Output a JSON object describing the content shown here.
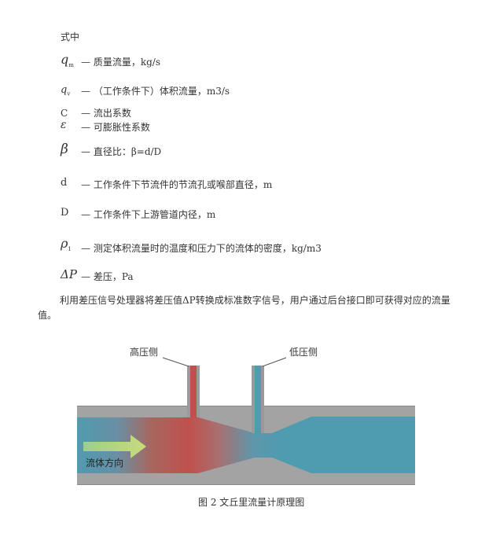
{
  "heading": "式中",
  "symbols": [
    {
      "sym": "q",
      "sub": "m",
      "desc": "质量流量，kg/s"
    },
    {
      "sym": "q",
      "sub": "v",
      "desc": "（工作条件下）体积流量，m3/s"
    },
    {
      "sym": "C",
      "sub": "",
      "desc": "流出系数"
    },
    {
      "sym": "ε",
      "sub": "",
      "desc": "可膨胀性系数"
    },
    {
      "sym": "β",
      "sub": "",
      "desc": "直径比：β=d/D"
    },
    {
      "sym": "d",
      "sub": "",
      "desc": "工作条件下节流件的节流孔或喉部直径，m"
    },
    {
      "sym": "D",
      "sub": "",
      "desc": "工作条件下上游管道内径，m"
    },
    {
      "sym": "ρ",
      "sub": "1",
      "desc": "测定体积流量时的温度和压力下的流体的密度，kg/m3"
    },
    {
      "sym": "ΔP",
      "sub": "",
      "desc": "差压，Pa"
    }
  ],
  "dash": "—",
  "paragraph": "利用差压信号处理器将差压值ΔP转换成标准数字信号，用户通过后台接口即可获得对应的流量值。",
  "figure": {
    "label_high": "高压侧",
    "label_low": "低压侧",
    "flow_label": "流体方向",
    "caption": "图 2  文丘里流量计原理图"
  },
  "colors": {
    "pipe_gray": "#9e9e9e",
    "fluid_blue": "#4f9bb0",
    "fluid_red": "#c0504d",
    "arrow_green": "#b9d67a"
  }
}
